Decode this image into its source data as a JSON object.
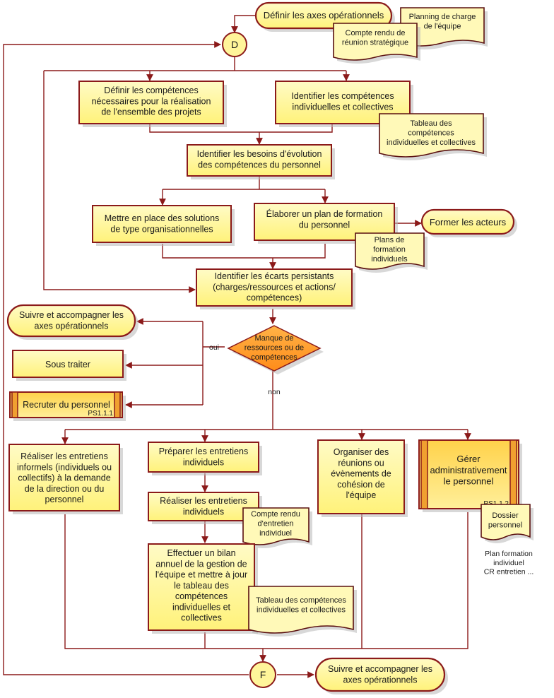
{
  "nodes": {
    "start_terminal": [
      "Définir les axes opérationnels"
    ],
    "doc_planning": [
      "Planning de charge",
      "de l'équipe"
    ],
    "doc_compte_rendu": [
      "Compte rendu de",
      "réunion stratégique"
    ],
    "connector_d": [
      "D"
    ],
    "define_skills": [
      "Définir les compétences",
      "nécessaires pour la réalisation",
      "de l'ensemble des projets"
    ],
    "identify_skills": [
      "Identifier les compétences",
      "individuelles et collectives"
    ],
    "doc_tableau_1": [
      "Tableau des",
      "compétences",
      "individuelles et collectives"
    ],
    "identify_needs": [
      "Identifier les besoins d'évolution",
      "des compétences du personnel"
    ],
    "organisational_solutions": [
      "Mettre en place des solutions",
      "de type organisationnelles"
    ],
    "training_plan": [
      "Élaborer un plan de formation",
      "du personnel"
    ],
    "train_actors": [
      "Former les acteurs"
    ],
    "doc_plans_formation": [
      "Plans de",
      "formation",
      "individuels"
    ],
    "identify_gaps": [
      "Identifier les écarts persistants",
      "(charges/ressources et actions/",
      "compétences)"
    ],
    "follow_axes_top": [
      "Suivre et accompagner les",
      "axes opérationnels"
    ],
    "decision": [
      "Manque de",
      "ressources ou de",
      "compétences"
    ],
    "label_oui": [
      "oui"
    ],
    "label_non": [
      "non"
    ],
    "subcontract": [
      "Sous traiter"
    ],
    "recruit": [
      "Recruter du personnel"
    ],
    "recruit_ref": [
      "PS1.1.1"
    ],
    "informal_interviews": [
      "Réaliser les entretiens",
      "informels (individuels ou",
      "collectifs) à la demande",
      "de la direction ou  du",
      "personnel"
    ],
    "prepare_interviews": [
      "Préparer les entretiens",
      "individuels"
    ],
    "conduct_interviews": [
      "Réaliser les entretiens",
      "individuels"
    ],
    "doc_compte_rendu_entretien": [
      "Compte rendu",
      "d'entretien",
      "individuel"
    ],
    "annual_review": [
      "Effectuer un bilan",
      "annuel de la gestion de",
      "l'équipe et mettre à jour",
      "le tableau des",
      "compétences",
      "individuelles et",
      "collectives"
    ],
    "doc_tableau_2": [
      "Tableau des compétences",
      "individuelles et collectives"
    ],
    "cohesion_events": [
      "Organiser des",
      "réunions ou",
      "évènements de",
      "cohésion de",
      "l'équipe"
    ],
    "manage_admin": [
      "Gérer",
      "administrativement",
      "le personnel"
    ],
    "manage_ref": [
      "PS1.1.2"
    ],
    "doc_dossier": [
      "Dossier",
      "personnel"
    ],
    "note_dossier": [
      "Plan formation",
      "individuel",
      "CR entretien ..."
    ],
    "connector_f": [
      "F"
    ],
    "end_terminal": [
      "Suivre et accompagner les",
      "axes opérationnels"
    ]
  }
}
